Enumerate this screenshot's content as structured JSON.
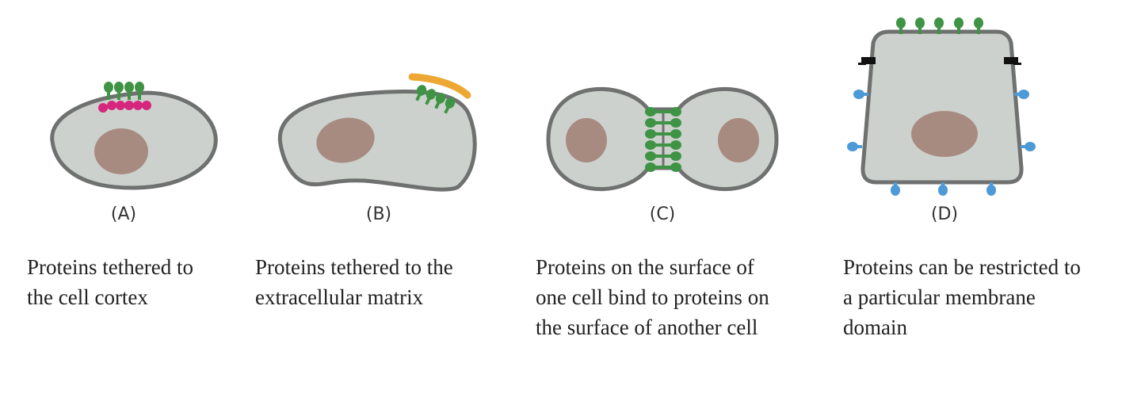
{
  "colors": {
    "cell_fill": "#ccd1cd",
    "cell_outline": "#6e716f",
    "nucleus": "#a88b80",
    "protein_green": "#3e9444",
    "protein_pink": "#d6267d",
    "matrix_orange": "#eda833",
    "protein_blue": "#4c9ad7",
    "barrier_black": "#111111"
  },
  "panels": [
    {
      "id": "A",
      "label": "(A)",
      "caption_lines": [
        "Proteins tethered to",
        "the cell cortex"
      ]
    },
    {
      "id": "B",
      "label": "(B)",
      "caption_lines": [
        "Proteins tethered to the",
        "extracellular matrix"
      ]
    },
    {
      "id": "C",
      "label": "(C)",
      "caption_lines": [
        "Proteins on the surface of",
        "one cell bind to proteins on",
        "the surface of another cell"
      ]
    },
    {
      "id": "D",
      "label": "(D)",
      "caption_lines": [
        "Proteins can be restricted to",
        "a particular membrane",
        "domain"
      ]
    }
  ]
}
